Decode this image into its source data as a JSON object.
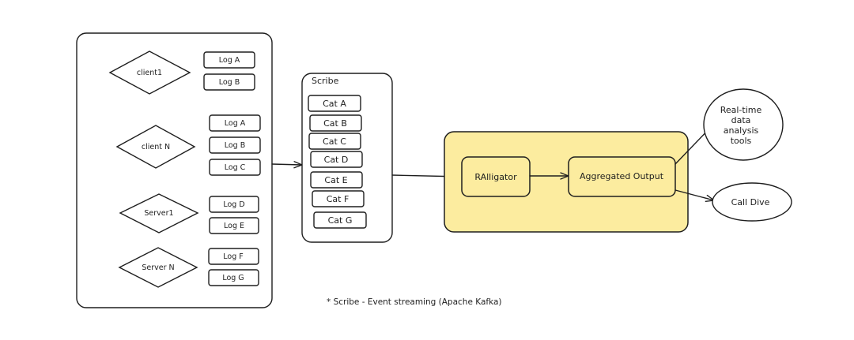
{
  "clients": [
    {
      "label": "client1",
      "logs": [
        "Log A",
        "Log B"
      ]
    },
    {
      "label": "client N",
      "logs": [
        "Log A",
        "Log B",
        "Log C"
      ]
    },
    {
      "label": "Server1",
      "logs": [
        "Log D",
        "Log E"
      ]
    },
    {
      "label": "Server N",
      "logs": [
        "Log F",
        "Log G"
      ]
    }
  ],
  "scribe": {
    "title": "Scribe",
    "categories": [
      "Cat A",
      "Cat B",
      "Cat C",
      "Cat D",
      "Cat E",
      "Cat F",
      "Cat G"
    ]
  },
  "processing": {
    "aggregator": "RAlligator",
    "output": "Aggregated Output",
    "highlight_color": "#fcec9f"
  },
  "sinks": {
    "realtime": [
      "Real-time",
      "data",
      "analysis",
      "tools"
    ],
    "calldive": "Call Dive"
  },
  "footnote": "* Scribe - Event streaming (Apache Kafka)"
}
